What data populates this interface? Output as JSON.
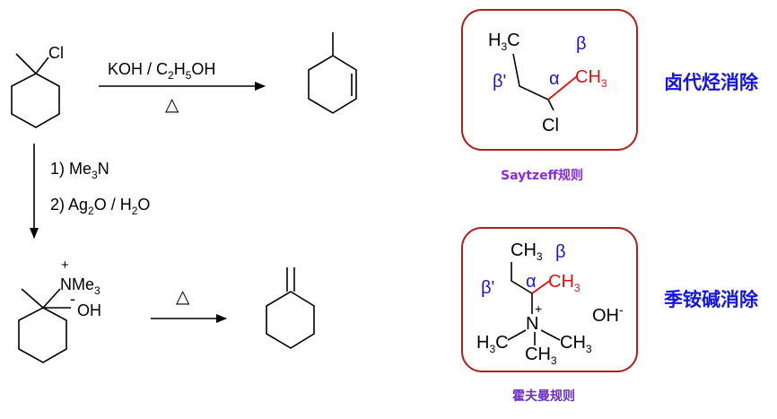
{
  "reaction1": {
    "substituent": "Cl",
    "reagent_prefix": "KOH / C",
    "reagent_sub1": "2",
    "reagent_mid": "H",
    "reagent_sub2": "5",
    "reagent_suffix": "OH",
    "condition": "△"
  },
  "reaction2": {
    "step1_prefix": "1) Me",
    "step1_sub": "3",
    "step1_suffix": "N",
    "step2_prefix": "2)  Ag",
    "step2_sub1": "2",
    "step2_mid": "O / H",
    "step2_sub2": "2",
    "step2_suffix": "O"
  },
  "ammonium_salt": {
    "plus": "+",
    "group": "NMe",
    "group_sub": "3",
    "minus": "-",
    "anion": "OH",
    "condition": "△"
  },
  "box_saytzeff": {
    "h3c_prefix": "H",
    "h3c_sub": "3",
    "h3c_suffix": "C",
    "beta": "β",
    "beta_prime": "β'",
    "alpha": "α",
    "ch3_prefix": "CH",
    "ch3_sub": "3",
    "cl": "Cl",
    "rule_label": "Saytzeff规则",
    "side_label": "卤代烃消除"
  },
  "box_hofmann": {
    "ch3_top_prefix": "CH",
    "ch3_top_sub": "3",
    "beta": "β",
    "beta_prime": "β'",
    "alpha": "α",
    "ch3_red_prefix": "CH",
    "ch3_red_sub": "3",
    "plus": "+",
    "n": "N",
    "h3c_prefix": "H",
    "h3c_sub": "3",
    "h3c_suffix": "C",
    "ch3_right_prefix": "CH",
    "ch3_right_sub": "3",
    "ch3_bottom_prefix": "CH",
    "ch3_bottom_sub": "3",
    "oh": "OH",
    "oh_charge": "-",
    "rule_label": "霍夫曼规则",
    "side_label": "季铵碱消除"
  },
  "colors": {
    "box_border": "#b02020",
    "greek": "#1a1acc",
    "highlight": "#e01010",
    "saytzeff_label": "#8a2be2",
    "hofmann_label": "#6b2fbf",
    "side_label": "#1414e6"
  }
}
